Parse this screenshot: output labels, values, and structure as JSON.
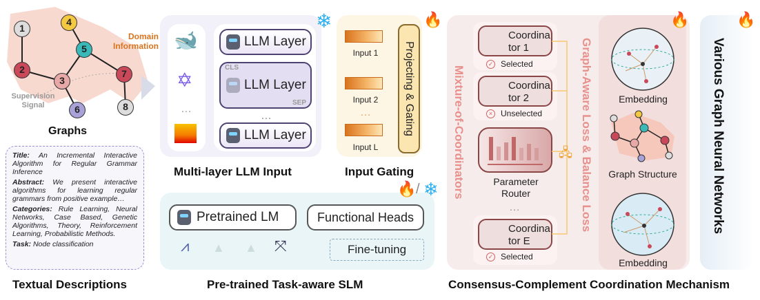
{
  "graphs": {
    "label": "Graphs",
    "domain_label": "Domain Information",
    "supervision_label": "Supervision Signal",
    "nodes": [
      "1",
      "2",
      "3",
      "4",
      "5",
      "6",
      "7",
      "8"
    ]
  },
  "textual": {
    "label": "Textual Descriptions",
    "title_key": "Title:",
    "title_val": "An Incremental Interactive Algorithm for Regular Grammar Inference",
    "abstract_key": "Abstract:",
    "abstract_val": "We present interactive algorithms for learning regular grammars from positive example…",
    "categories_key": "Categories:",
    "categories_val": "Rule Learning, Neural Networks, Case Based, Genetic Algorithms, Theory, Reinforcement Learning, Probabilistic Methods.",
    "task_key": "Task:",
    "task_val": "Node classification"
  },
  "llm_input": {
    "label": "Multi-layer LLM Input",
    "layers": [
      "LLM Layer",
      "LLM Layer",
      "LLM Layer"
    ],
    "tokens": [
      "CLS",
      "SEP"
    ],
    "ellipsis": "…",
    "frozen_icon": "snowflake-icon"
  },
  "input_gating": {
    "label": "Input Gating",
    "inputs": [
      "Input 1",
      "Input 2",
      "Input L"
    ],
    "ellipsis": "…",
    "gate": "Projecting & Gating",
    "trainable_icon": "fire-icon"
  },
  "slm": {
    "label": "Pre-trained Task-aware SLM",
    "pretrained": "Pretrained LM",
    "heads": "Functional Heads",
    "finetune": "Fine-tuning"
  },
  "coordination": {
    "label": "Consensus-Complement Coordination Mechanism",
    "moc": "Mixture-of-Coordinators",
    "loss": "Graph-Aware Loss & Balance Loss",
    "coordinators": [
      {
        "name": "Coordina tor 1",
        "status": "Selected",
        "status_icon": "check-icon"
      },
      {
        "name": "Coordina tor 2",
        "status": "Unselected",
        "status_icon": "cross-icon"
      },
      {
        "name": "Coordina tor E",
        "status": "Selected",
        "status_icon": "check-icon"
      }
    ],
    "router": "Parameter Router",
    "ellipsis": "…",
    "embedding_top": "Embedding",
    "graph_structure": "Graph Structure",
    "embedding_bottom": "Embedding"
  },
  "gnn": {
    "label": "Various Graph Neural Networks"
  },
  "colors": {
    "accent_red": "#e07070",
    "accent_orange": "#d9731d",
    "purple": "#4d4270",
    "loss_text": "#e8908c"
  }
}
